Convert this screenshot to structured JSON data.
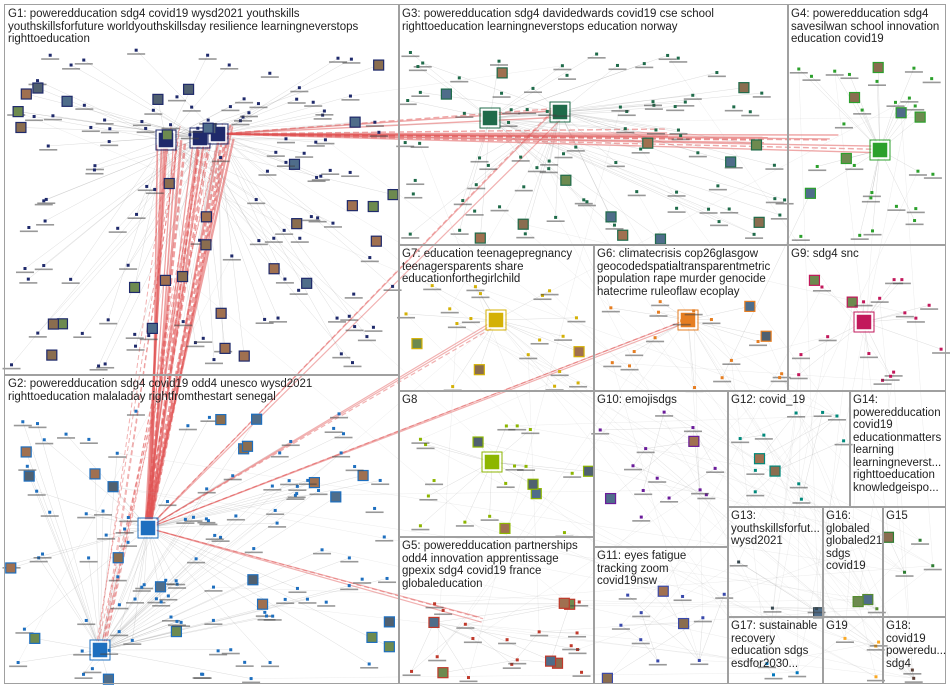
{
  "groups": [
    {
      "id": "G1",
      "label": "G1: poweredducation sdg4 covid19 wysd2021 youthskills youthskillsforfuture worldyouthskillsday resilience learningneverstops righttoeducation",
      "color": "#1f2a6b"
    },
    {
      "id": "G2",
      "label": "G2: poweredducation sdg4 covid19 odd4 unesco wysd2021 righttoeducation malaladay rightfromthestart senegal",
      "color": "#1e6fbf"
    },
    {
      "id": "G3",
      "label": "G3: poweredducation sdg4 davidedwards covid19 cse school righttoeducation learningneverstops education norway",
      "color": "#1f6b4a"
    },
    {
      "id": "G4",
      "label": "G4: poweredducation sdg4 savesilwan school innovation education covid19",
      "color": "#2ca02c"
    },
    {
      "id": "G5",
      "label": "G5: poweredducation partnerships odd4 innovation apprentissage gpexix sdg4 covid19 france globaleducation",
      "color": "#c0392b"
    },
    {
      "id": "G6",
      "label": "G6: climatecrisis cop26glasgow geocodedspatialtransparentmetric population rape murder genocide hatecrime ruleoflaw ecoplay",
      "color": "#e67e22"
    },
    {
      "id": "G7",
      "label": "G7: education teenagepregnancy teenagersparents share educationforthegirlchild",
      "color": "#d4b106"
    },
    {
      "id": "G8",
      "label": "G8",
      "color": "#8db600"
    },
    {
      "id": "G9",
      "label": "G9: sdg4 snc",
      "color": "#c2185b"
    },
    {
      "id": "G10",
      "label": "G10: emojisdgs",
      "color": "#6a1b9a"
    },
    {
      "id": "G11",
      "label": "G11: eyes fatigue tracking zoom covid19nsw",
      "color": "#3949ab"
    },
    {
      "id": "G12",
      "label": "G12: covid_19",
      "color": "#00897b"
    },
    {
      "id": "G13",
      "label": "G13: youthskillsforfut... wysd2021",
      "color": "#37474f"
    },
    {
      "id": "G14",
      "label": "G14: poweredducation covid19 educationmatters learning learningneverst... righttoeducation knowledgeispo...",
      "color": "#455a64"
    },
    {
      "id": "G15",
      "label": "G15",
      "color": "#2e7d32"
    },
    {
      "id": "G16",
      "label": "G16: globaled globaled21 sdgs covid19",
      "color": "#558b2f"
    },
    {
      "id": "G17",
      "label": "G17: sustainable recovery education sdgs esdfor2030...",
      "color": "#0277bd"
    },
    {
      "id": "G18",
      "label": "G18: covid19 poweredu... sdg4",
      "color": "#5d4037"
    },
    {
      "id": "G19",
      "label": "G19",
      "color": "#f9a825"
    }
  ]
}
